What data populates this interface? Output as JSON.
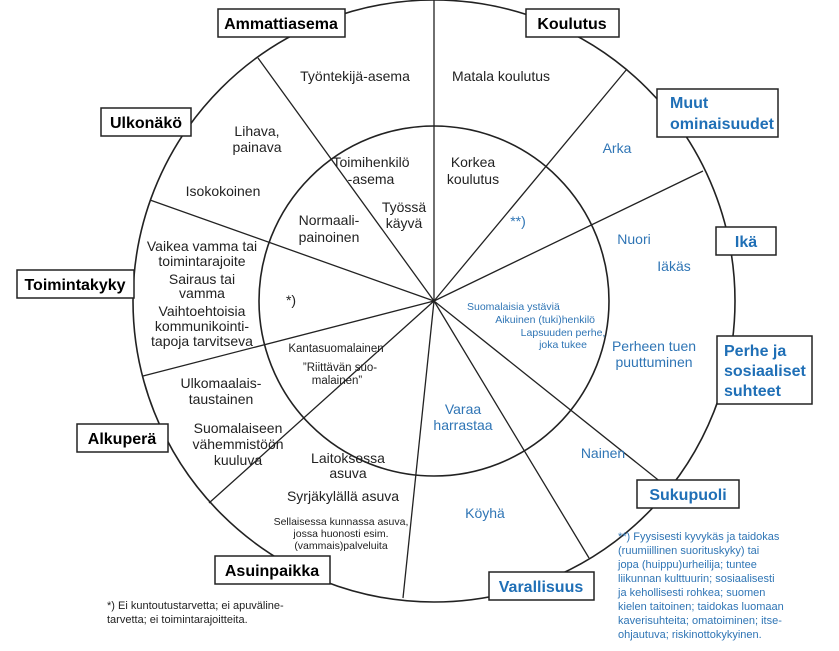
{
  "colors": {
    "blue": "#2f75b5",
    "boxblue": "#1f6fb6",
    "line": "#222222"
  },
  "categories": {
    "ammattiasema": "Ammattiasema",
    "koulutus": "Koulutus",
    "muut1": "Muut",
    "muut2": "ominaisuudet",
    "ulkonako": "Ulkonäkö",
    "ika": "Ikä",
    "toimintakyky": "Toimintakyky",
    "perhe1": "Perhe ja",
    "perhe2": "sosiaaliset",
    "perhe3": "suhteet",
    "alkupera": "Alkuperä",
    "sukupuoli": "Sukupuoli",
    "asuinpaikka": "Asuinpaikka",
    "varallisuus": "Varallisuus"
  },
  "outer": {
    "tyontekija": "Työntekijä-asema",
    "matala": "Matala koulutus",
    "lihava1": "Lihava,",
    "lihava2": "painava",
    "arka": "Arka",
    "isokokoinen": "Isokokoinen",
    "nuori": "Nuori",
    "iakas": "Iäkäs",
    "vaikea1": "Vaikea vamma tai",
    "vaikea2": "toimintarajoite",
    "sairaus1": "Sairaus tai",
    "sairaus2": "vamma",
    "vaihto1": "Vaihtoehtoisia",
    "vaihto2": "kommunikointi-",
    "vaihto3": "tapoja tarvitseva",
    "perheen1": "Perheen tuen",
    "perheen2": "puuttuminen",
    "ulkomaal1": "Ulkomaalais-",
    "ulkomaal2": "taustainen",
    "suomal1": "Suomalaiseen",
    "suomal2": "vähemmistöön",
    "suomal3": "kuuluva",
    "nainen": "Nainen",
    "laitos1": "Laitoksessa",
    "laitos2": "asuva",
    "syrja": "Syrjäkylällä asuva",
    "sell1": "Sellaisessa kunnassa asuva,",
    "sell2": "jossa huonosti esim.",
    "sell3": "(vammais)palveluita",
    "koyha": "Köyhä"
  },
  "inner": {
    "toimihenk1": "Toimihenkilö",
    "toimihenk2": "-asema",
    "korkea1": "Korkea",
    "korkea2": "koulutus",
    "tyossa1": "Työssä",
    "tyossa2": "käyvä",
    "normaali1": "Normaali-",
    "normaali2": "painoinen",
    "star2": "**)",
    "star1": "*)",
    "ystavia": "Suomalaisia ystäviä",
    "aikuinen": "Aikuinen (tuki)henkilö",
    "lapsuuden1": "Lapsuuden perhe,",
    "lapsuuden2": "joka tukee",
    "kanta": "Kantasuomalainen",
    "riittava1": "”Riittävän suo-",
    "riittava2": "malainen”",
    "varaa1": "Varaa",
    "varaa2": "harrastaa"
  },
  "footnotes": {
    "star1_l1": "*) Ei kuntoutustarvetta; ei apuväline-",
    "star1_l2": "tarvetta; ei toimintarajoitteita.",
    "star2_l1": "**) Fyysisesti kyvykäs ja taidokas",
    "star2_l2": "(ruumiillinen suorituskyky) tai",
    "star2_l3": "jopa (huippu)urheilija; tuntee",
    "star2_l4": "liikunnan kulttuurin; sosiaalisesti",
    "star2_l5": "ja kehollisesti rohkea; suomen",
    "star2_l6": "kielen taitoinen; taidokas luomaan",
    "star2_l7": "kaverisuhteita; omatoiminen; itse-",
    "star2_l8": "ohjautuva; riskinottokykyinen."
  }
}
